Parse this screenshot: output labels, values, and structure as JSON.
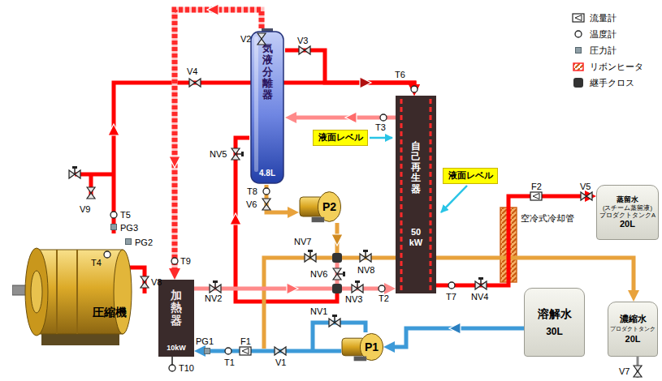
{
  "diagram": {
    "nodes": [
      {
        "text": [
          "気液分離器",
          "4.8L"
        ]
      },
      {
        "text": [
          "液面レベル"
        ]
      },
      {
        "text": [
          "自己再生器",
          "50 kW"
        ]
      },
      {
        "text": [
          "液面レベル"
        ]
      },
      {
        "text": [
          "蒸留水",
          "(スチーム蒸留液)",
          "プロダクトタンクA",
          "20L"
        ]
      },
      {
        "text": [
          "P2"
        ]
      },
      {
        "text": [
          "圧縮機"
        ]
      },
      {
        "text": [
          "加熱器",
          "10kW"
        ]
      },
      {
        "text": [
          "溶解水",
          "30L"
        ]
      },
      {
        "text": [
          "濃縮水",
          "プロダクトタンク",
          "20L"
        ]
      },
      {
        "text": [
          "P1"
        ]
      }
    ],
    "edges": [
      {
        "from": 8,
        "to": 10,
        "arrow": "to"
      },
      {
        "from": 10,
        "to": 7,
        "arrow": "to"
      },
      {
        "from": 7,
        "to": 2,
        "arrow": "to"
      },
      {
        "from": 2,
        "to": 0,
        "arrow": "to"
      },
      {
        "from": 6,
        "to": 2,
        "arrow": "to"
      },
      {
        "from": 0,
        "to": 2,
        "arrow": "to"
      },
      {
        "from": 0,
        "to": 7,
        "arrow": "to"
      },
      {
        "from": 0,
        "to": 5,
        "arrow": "to"
      },
      {
        "from": 5,
        "to": 9,
        "arrow": "to"
      },
      {
        "from": 2,
        "to": 4,
        "arrow": "to"
      }
    ],
    "labels": [
      "V1",
      "V2",
      "V3",
      "V4",
      "V5",
      "V6",
      "V7",
      "V8",
      "V9",
      "NV1",
      "NV2",
      "NV3",
      "NV4",
      "NV5",
      "NV6",
      "NV7",
      "NV8",
      "T1",
      "T2",
      "T3",
      "T4",
      "T5",
      "T6",
      "T7",
      "T8",
      "T9",
      "T10",
      "PG1",
      "PG2",
      "PG3",
      "F1",
      "F2",
      "空冷式冷却管"
    ],
    "legend": [
      {
        "text": "流量計"
      },
      {
        "text": "温度計"
      },
      {
        "text": "圧力計"
      },
      {
        "text": "リボンヒータ"
      },
      {
        "text": "継手クロス"
      }
    ]
  }
}
